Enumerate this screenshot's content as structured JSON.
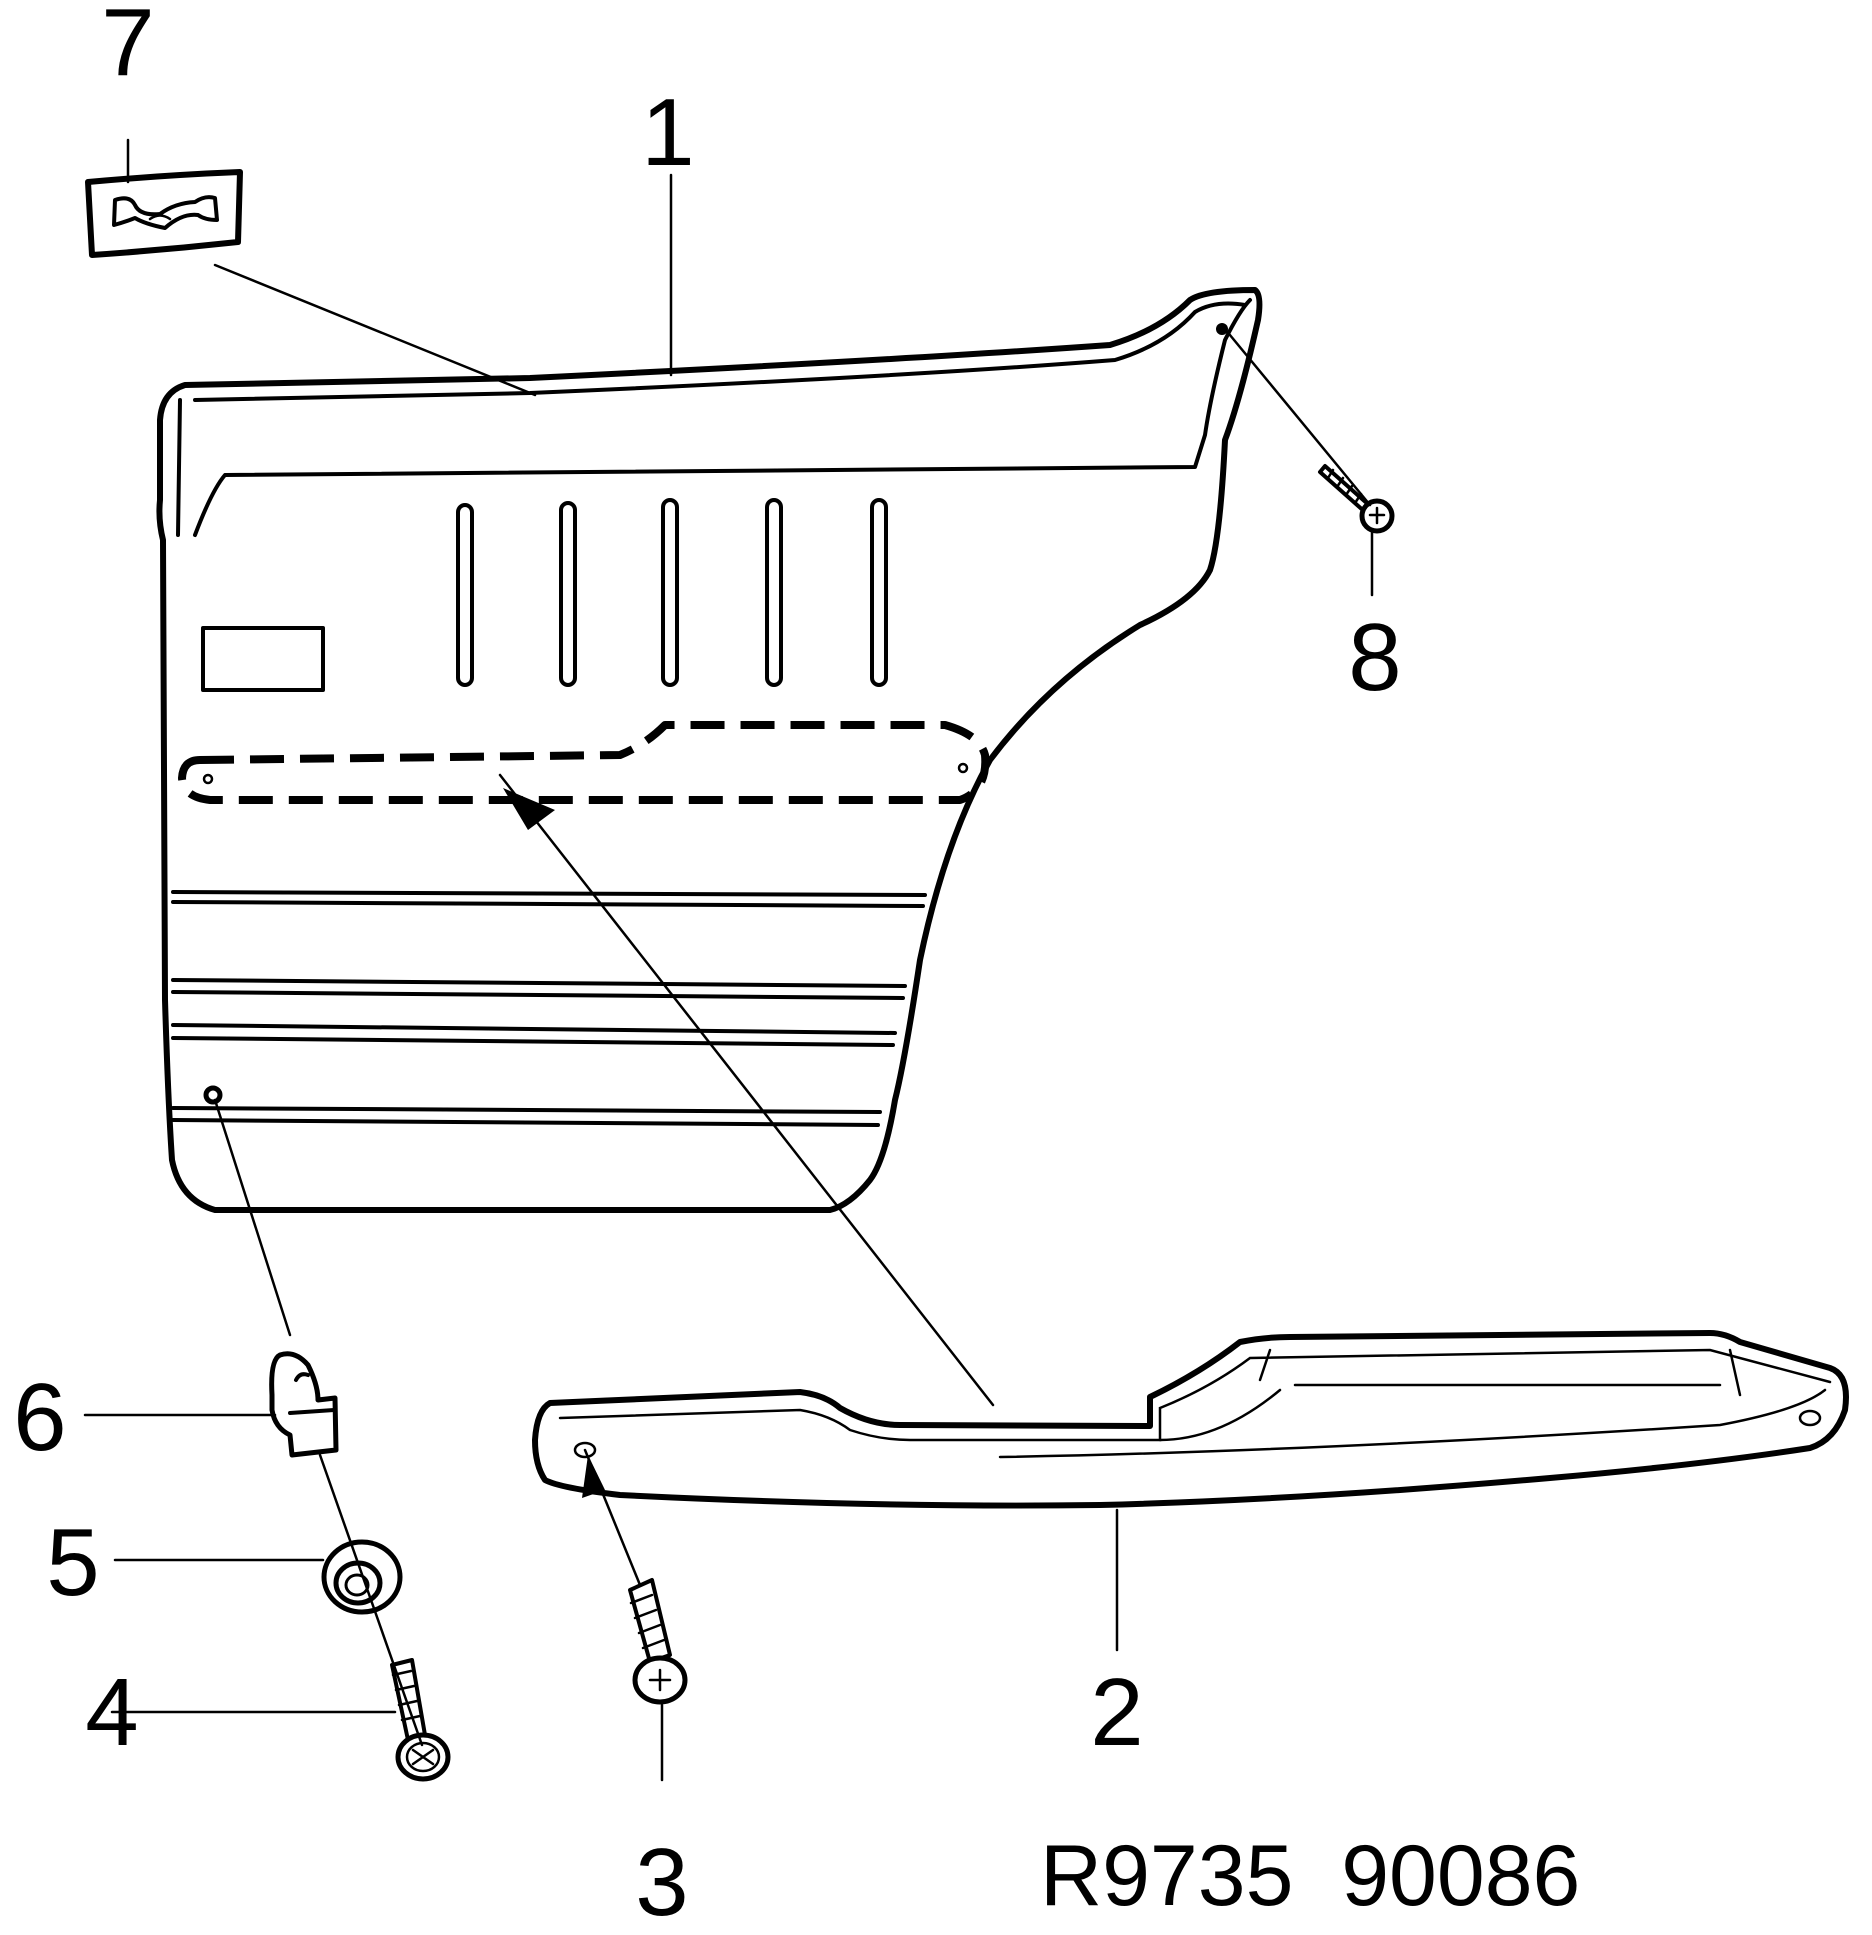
{
  "callouts": {
    "c1": "1",
    "c2": "2",
    "c3": "3",
    "c4": "4",
    "c5": "5",
    "c6": "6",
    "c7": "7",
    "c8": "8"
  },
  "diagram_code": "R9735  90086"
}
